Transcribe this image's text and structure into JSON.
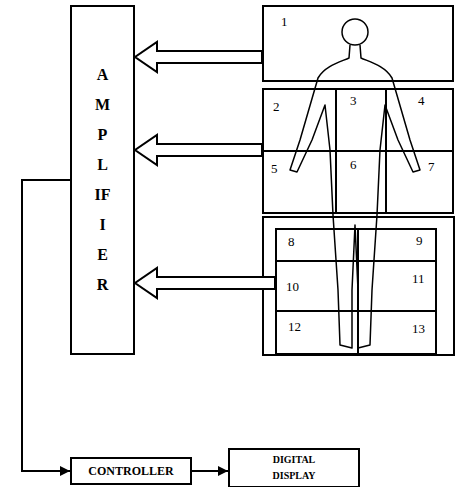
{
  "diagram": {
    "nodes": [
      {
        "text": [
          "AMPLIFIER"
        ]
      },
      {
        "text": [
          "1"
        ]
      },
      {
        "text": [
          "2"
        ]
      },
      {
        "text": [
          "3"
        ]
      },
      {
        "text": [
          "4"
        ]
      },
      {
        "text": [
          "5"
        ]
      },
      {
        "text": [
          "6"
        ]
      },
      {
        "text": [
          "7"
        ]
      },
      {
        "text": [
          "8"
        ]
      },
      {
        "text": [
          "9"
        ]
      },
      {
        "text": [
          "10"
        ]
      },
      {
        "text": [
          "11"
        ]
      },
      {
        "text": [
          "12"
        ]
      },
      {
        "text": [
          "13"
        ]
      },
      {
        "text": [
          "CONTROLLER"
        ]
      },
      {
        "text": [
          "DIGITAL DISPLAY"
        ]
      }
    ],
    "edges": [
      {
        "from": 1,
        "to": 0,
        "arrow": "to"
      },
      {
        "from": 2,
        "to": 0,
        "arrow": "to"
      },
      {
        "from": 10,
        "to": 0,
        "arrow": "to"
      },
      {
        "from": 0,
        "to": 14,
        "arrow": "to"
      },
      {
        "from": 14,
        "to": 15,
        "arrow": "to"
      }
    ]
  }
}
